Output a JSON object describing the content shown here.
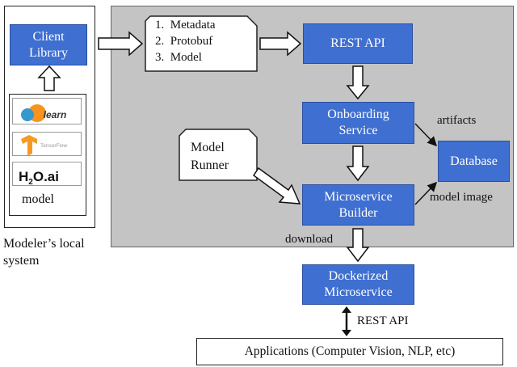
{
  "client_library": "Client\nLibrary",
  "metadata_list": [
    "1.  Metadata",
    "2.  Protobuf",
    "3.  Model"
  ],
  "rest_api_box": "REST API",
  "onboarding_service": "Onboarding\nService",
  "database": "Database",
  "model_runner": "Model\nRunner",
  "microservice_builder": "Microservice\nBuilder",
  "dockerized_microservice": "Dockerized\nMicroservice",
  "labels": {
    "artifacts": "artifacts",
    "model_image": "model image",
    "download": "download",
    "rest_api_link": "REST API",
    "model": "model",
    "modeler_local_system": "Modeler’s local\nsystem"
  },
  "logos": {
    "sklearn": "learn",
    "tensorflow": "TensorFlow",
    "h2o_prefix": "H",
    "h2o_sub": "2",
    "h2o_suffix": "O.ai"
  },
  "applications": "Applications (Computer Vision, NLP, etc)",
  "colors": {
    "box_blue": "#3f6fd0",
    "panel_gray": "#c4c4c4"
  }
}
